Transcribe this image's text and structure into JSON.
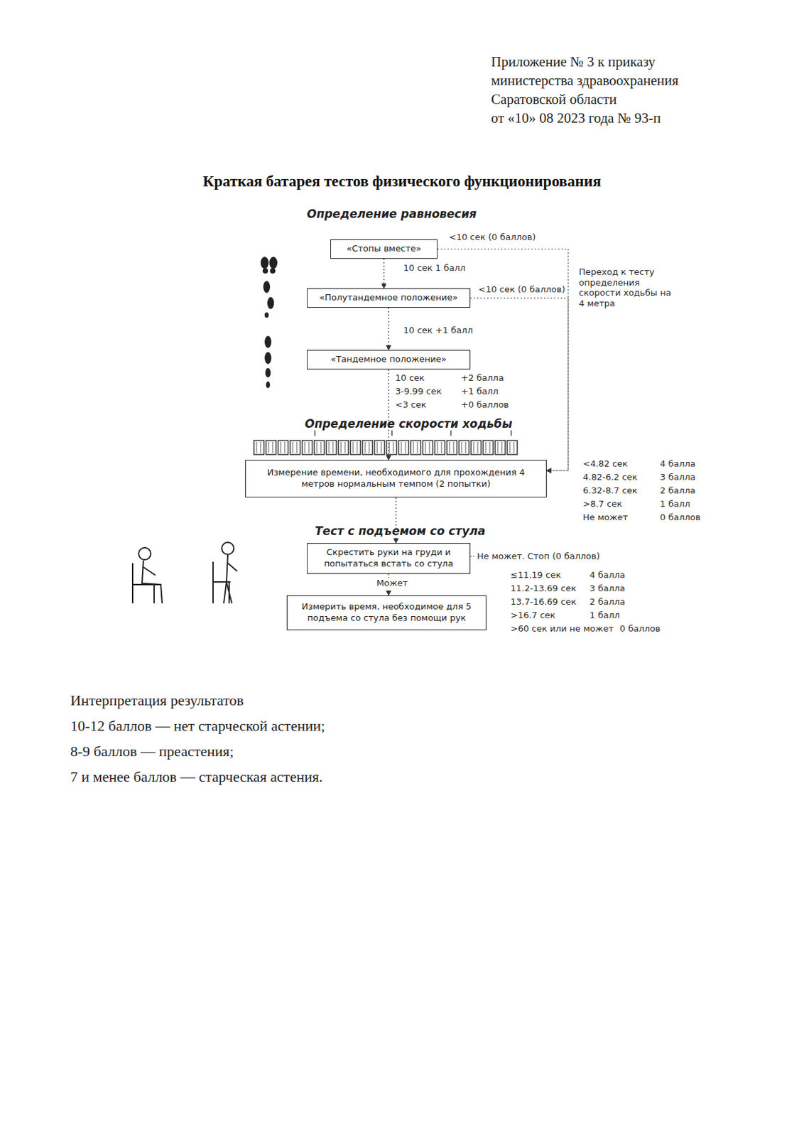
{
  "diagram": {
    "title": "Краткая батарея тестов физического функционирования",
    "nodes": [
      {
        "text": [
          "«Стопы вместе»"
        ]
      },
      {
        "text": [
          "«Полутандемное положение»"
        ]
      },
      {
        "text": [
          "«Тандемное положение»"
        ]
      },
      {
        "text": [
          "Измерение времени, необходимого для прохождения 4 метров нормальным темпом (2 попытки)"
        ]
      },
      {
        "text": [
          "Скрестить руки на груди и попытаться встать со стула"
        ]
      },
      {
        "text": [
          "Измерить время, необходимое для 5 подъема со стула без помощи рук"
        ]
      }
    ],
    "edges": [
      {
        "from": 0,
        "to": 1,
        "label": "10 сек 1 балл",
        "arrow": "to"
      },
      {
        "from": 1,
        "to": 2,
        "label": "10 сек +1 балл",
        "arrow": "to"
      },
      {
        "from": 2,
        "to": 3,
        "arrow": "to"
      },
      {
        "from": 3,
        "to": 4,
        "arrow": "to"
      },
      {
        "from": 4,
        "to": 5,
        "label": "Может",
        "arrow": "to"
      },
      {
        "from": 0,
        "to": 3,
        "label": "<10 сек (0 баллов)",
        "arrow": "to"
      },
      {
        "from": 1,
        "to": 3,
        "label": "<10 сек (0 баллов)",
        "arrow": "to"
      }
    ],
    "labels": [
      "Приложение № 3 к приказу",
      "министерства здравоохранения",
      "Саратовской области",
      "от «10» 08 2023 года № 93-п",
      "Определение равновесия",
      "Переход к тесту определения скорости ходьбы на 4 метра",
      "10 сек",
      "+2 балла",
      "3-9.99 сек",
      "+1 балл",
      "<3 сек",
      "+0 баллов",
      "Определение скорости ходьбы",
      "<4.82 сек",
      "4 балла",
      "4.82-6.2 сек",
      "3 балла",
      "6.32-8.7 сек",
      "2 балла",
      ">8.7 сек",
      "1 балл",
      "Не может",
      "0 баллов",
      "Тест с подъемом со стула",
      "Не может. Стоп (0 баллов)",
      "≤11.19 сек",
      "4 балла",
      "11.2-13.69 сек",
      "3 балла",
      "13.7-16.69 сек",
      "2 балла",
      ">16.7 сек",
      "1 балл",
      ">60 сек или не может",
      "0 баллов",
      "Интерпретация результатов",
      "10-12 баллов — нет старческой астении;",
      "8-9 баллов — преастения;",
      "7 и менее баллов — старческая астения."
    ]
  }
}
